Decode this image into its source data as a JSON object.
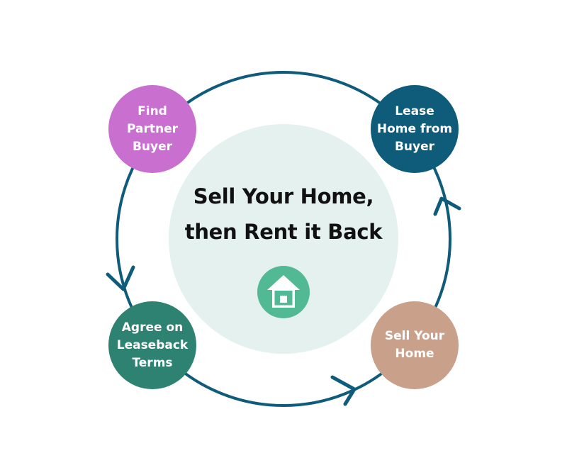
{
  "center": {
    "title": "Sell Your Home,\nthen Rent it Back",
    "icon": "home-icon",
    "disc_color": "#e4f1ee",
    "icon_color": "#52b995"
  },
  "ring_color": "#0e5b7a",
  "steps": [
    {
      "id": "find",
      "label": "Find\nPartner\nBuyer",
      "color": "#c86fd0"
    },
    {
      "id": "lease",
      "label": "Lease\nHome from\nBuyer",
      "color": "#0e5b7a"
    },
    {
      "id": "sell",
      "label": "Sell Your\nHome",
      "color": "#c9a08a"
    },
    {
      "id": "agree",
      "label": "Agree on\nLeaseback\nTerms",
      "color": "#2e8272"
    }
  ]
}
